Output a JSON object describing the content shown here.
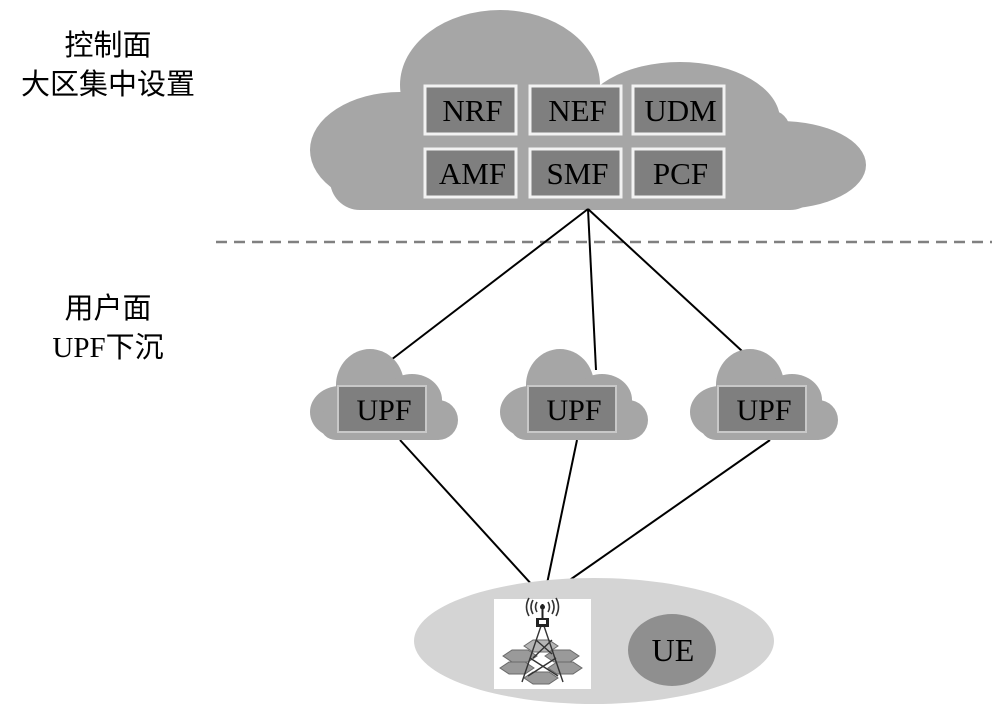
{
  "labels": {
    "control_plane_line1": "控制面",
    "control_plane_line2": "大区集中设置",
    "user_plane_line1": "用户面",
    "user_plane_line2_latin": "UPF",
    "user_plane_line2_cjk": "下沉"
  },
  "control_plane_functions": [
    {
      "name": "NRF"
    },
    {
      "name": "NEF"
    },
    {
      "name": "UDM"
    },
    {
      "name": "AMF"
    },
    {
      "name": "SMF"
    },
    {
      "name": "PCF"
    }
  ],
  "user_plane_functions": [
    {
      "name": "UPF"
    },
    {
      "name": "UPF"
    },
    {
      "name": "UPF"
    }
  ],
  "access": {
    "base_station_icon": "cell-tower-icon",
    "ue_label": "UE"
  },
  "colors": {
    "cloud_fill": "#a6a6a6",
    "nf_box_fill": "#7f7f7f",
    "nf_box_border": "#f2f2f2",
    "access_ellipse_fill": "#d4d4d4",
    "ue_fill": "#8f8f8f",
    "divider": "#808080",
    "line": "#000000"
  }
}
